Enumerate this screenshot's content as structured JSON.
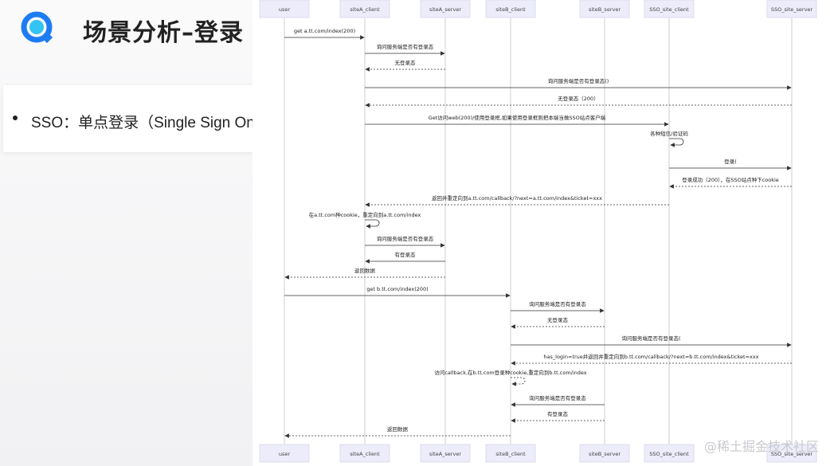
{
  "slide": {
    "title": "场景分析–登录",
    "bullet": "SSO：单点登录（Single Sign On"
  },
  "watermark": "@稀土掘金技术社区",
  "colors": {
    "logo_blue": "#1e7cf2",
    "logo_cyan": "#33c4f2"
  },
  "participants": [
    "user",
    "siteA_client",
    "siteA_server",
    "siteB_client",
    "siteB_server",
    "SSO_site_client",
    "SSO_site_server"
  ],
  "messages": [
    {
      "from": 0,
      "to": 1,
      "text": "get a.tt.com/index(200)",
      "dashed": false
    },
    {
      "from": 1,
      "to": 2,
      "text": "询问服务端是否有登录态",
      "dashed": false
    },
    {
      "from": 2,
      "to": 1,
      "text": "无登录态",
      "dashed": true
    },
    {
      "from": 1,
      "to": 6,
      "text": "询问服务端是否有登录态()",
      "dashed": false
    },
    {
      "from": 6,
      "to": 1,
      "text": "无登录态（200）",
      "dashed": true
    },
    {
      "from": 1,
      "to": 5,
      "text": "Get访问web(200)/使用登录框,如果使用登录框则把本端当做SSO站点客户端",
      "dashed": false
    },
    {
      "from": 5,
      "to": 5,
      "text": "各种短信/验证码",
      "dashed": false,
      "self": true
    },
    {
      "from": 5,
      "to": 6,
      "text": "登录(",
      "dashed": false
    },
    {
      "from": 6,
      "to": 5,
      "text": "登录成功（200），在SSO站点种下cookie",
      "dashed": true
    },
    {
      "from": 5,
      "to": 1,
      "text": "返回并重定向到a.tt.com/callback/?next=a.tt.com/index&ticket=xxx",
      "dashed": true
    },
    {
      "from": 1,
      "to": 1,
      "text": "在a.tt.com种cookie，重定向到a.tt.com/index",
      "dashed": false,
      "self": true
    },
    {
      "from": 1,
      "to": 2,
      "text": "询问服务端是否有登录态",
      "dashed": false
    },
    {
      "from": 2,
      "to": 1,
      "text": "有登录态",
      "dashed": false
    },
    {
      "from": 2,
      "to": 0,
      "text": "返回数据",
      "dashed": true
    },
    {
      "from": 0,
      "to": 3,
      "text": "get b.tt.com/index(200)",
      "dashed": false
    },
    {
      "from": 3,
      "to": 4,
      "text": "询问服务端是否有登录态",
      "dashed": false
    },
    {
      "from": 4,
      "to": 3,
      "text": "无登录态",
      "dashed": true
    },
    {
      "from": 3,
      "to": 6,
      "text": "询问服务端是否有登录态(",
      "dashed": false
    },
    {
      "from": 6,
      "to": 3,
      "text": "has_login=true并返回并重定向到b.tt.com/callback/?next=b.tt.com/index&ticket=xxx",
      "dashed": true
    },
    {
      "from": 3,
      "to": 3,
      "text": "访问callback,在b.tt.com登录种cookie,重定向到b.tt.com/index",
      "dashed": true,
      "self": true
    },
    {
      "from": 4,
      "to": 3,
      "text": "询问服务端是否有登录态",
      "dashed": false
    },
    {
      "from": 4,
      "to": 3,
      "text": "有登录态",
      "dashed": true
    },
    {
      "from": 3,
      "to": 0,
      "text": "返回数据",
      "dashed": true
    }
  ]
}
